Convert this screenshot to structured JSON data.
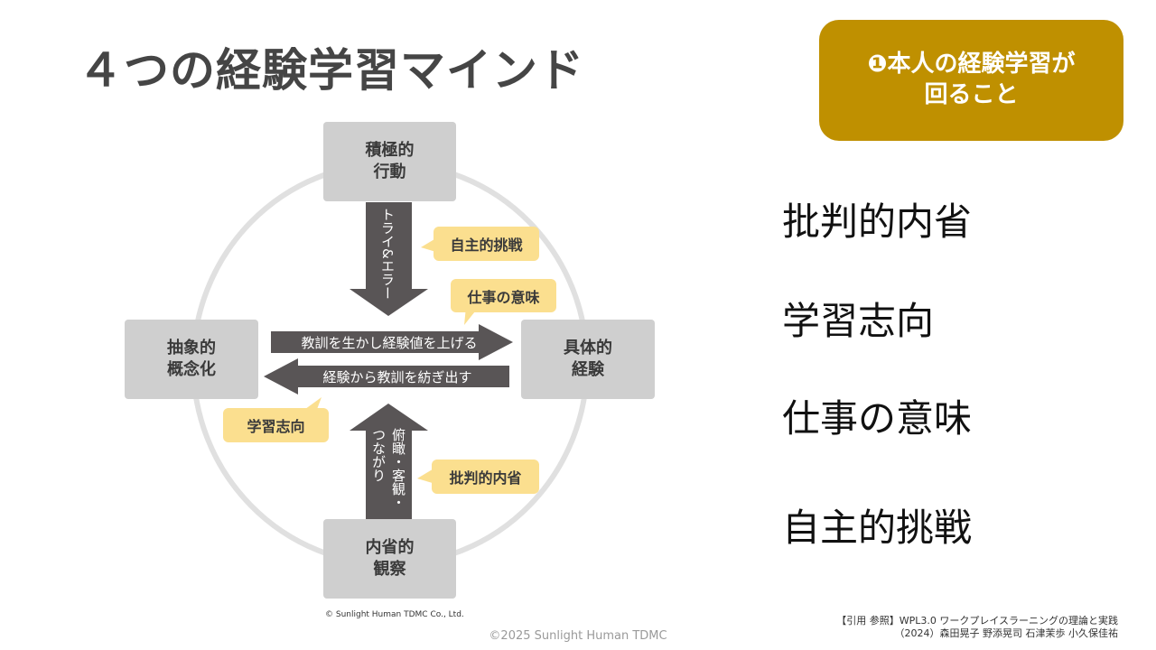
{
  "title": "４つの経験学習マインド",
  "badge": {
    "line1": "❶本人の経験学習が",
    "line2": "回ること"
  },
  "colors": {
    "badge": "#bf9000",
    "node": "#cfcfcf",
    "arrow": "#595556",
    "callout": "#fbdf8f",
    "ring": "#e0e0e0"
  },
  "diagram": {
    "nodes": {
      "top": {
        "line1": "積極的",
        "line2": "行動"
      },
      "left": {
        "line1": "抽象的",
        "line2": "概念化"
      },
      "right": {
        "line1": "具体的",
        "line2": "経験"
      },
      "bottom": {
        "line1": "内省的",
        "line2": "観察"
      }
    },
    "arrows": {
      "down": "トライ&エラー",
      "right": "教訓を生かし経験値を上げる",
      "left": "経験から教訓を紡ぎ出す",
      "up_col1": "俯瞰・客観・",
      "up_col2": "つながり"
    },
    "callouts": {
      "jishu": "自主的挑戦",
      "shigoto": "仕事の意味",
      "gakushu": "学習志向",
      "hihan": "批判的内省"
    },
    "copyright": "© Sunlight Human TDMC Co., Ltd."
  },
  "keywords": [
    "批判的内省",
    "学習志向",
    "仕事の意味",
    "自主的挑戦"
  ],
  "footer": "©2025 Sunlight Human TDMC",
  "citation": {
    "line1": "【引用 参照】WPL3.0 ワークプレイスラーニングの理論と実践",
    "line2": "（2024）森田晃子 野添晃司 石津茉歩 小久保佳祐"
  }
}
